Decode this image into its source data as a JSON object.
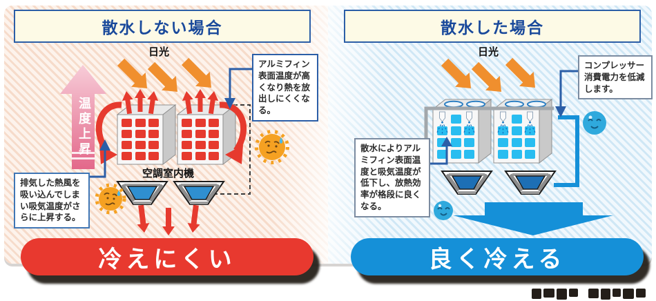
{
  "left_panel": {
    "title": "散水しない場合",
    "sunlight_label": "日光",
    "temp_rise_label": "温度上昇",
    "fin_note": "アルミフィン表面温度が高くなり熱を放出しにくくなる。",
    "exhaust_note": "排気した熱風を吸い込んでしまい吸気温度がさらに上昇する。",
    "indoor_unit_label": "空調室内機",
    "result_banner": "冷えにくい"
  },
  "right_panel": {
    "title": "散水した場合",
    "sunlight_label": "日光",
    "compressor_note": "コンプレッサー消費電力を低減します。",
    "spray_note": "散水によりアルミフィン表面温度と吸気温度が低下し、放熱効率が格段に良くなる。",
    "result_banner": "良く冷える"
  },
  "colors": {
    "hot_red": "#e8392f",
    "cool_blue": "#1590d8",
    "sun_orange": "#f08f2e",
    "navy": "#2b5ea7",
    "pink_arrow": "#e4708f",
    "title_bg": "#fdfae6"
  },
  "icons": {
    "sun_face": "troubled-sun-with-sweat",
    "water_drop_face": "happy-water-drop",
    "sunlight_arrow": "orange-diagonal-arrow"
  }
}
